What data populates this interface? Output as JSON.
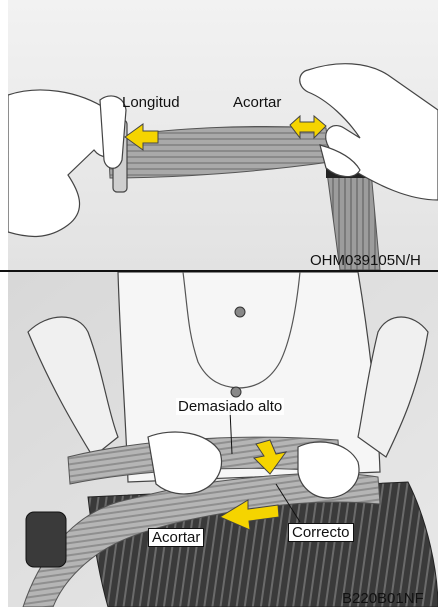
{
  "figure_top": {
    "labels": {
      "lengthen": "Longitud",
      "shorten": "Acortar"
    },
    "code": "OHM039105N/H"
  },
  "figure_bottom": {
    "labels": {
      "too_high": "Demasiado alto",
      "correct": "Correcto",
      "shorten": "Acortar"
    },
    "code": "B220B01NF"
  },
  "colors": {
    "arrow": "#f5d400",
    "belt": "#9a9a9a",
    "skirt": "#3a3a3a"
  }
}
